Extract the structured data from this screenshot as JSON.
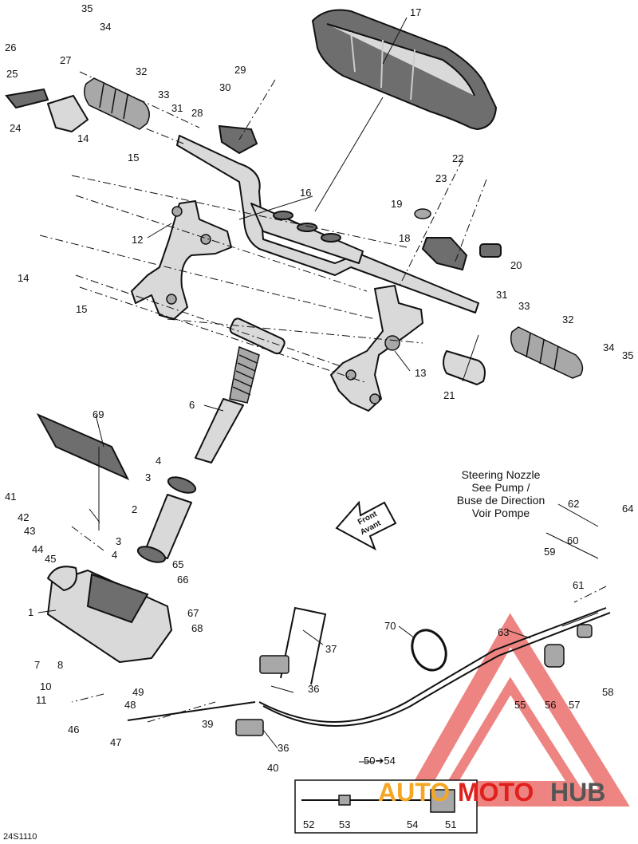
{
  "figure_code": "24S1110",
  "note": {
    "line1": "Steering Nozzle",
    "line2": "See Pump /",
    "line3": "Buse de Direction",
    "line4": "Voir Pompe"
  },
  "front_arrow": {
    "line1": "Front",
    "line2": "Avant"
  },
  "detail_range_label": "50➔54",
  "watermark": {
    "part1": "AUTO",
    "part2": "MOTO",
    "part3": "HUB"
  },
  "brand_colors": {
    "watermark_red": "#e0201c",
    "watermark_orange": "#f5a623",
    "watermark_gray": "#555555"
  },
  "callouts": [
    "1",
    "2",
    "3",
    "3",
    "4",
    "4",
    "6",
    "7",
    "8",
    "10",
    "11",
    "12",
    "13",
    "14",
    "14",
    "15",
    "15",
    "16",
    "17",
    "18",
    "19",
    "20",
    "21",
    "22",
    "23",
    "24",
    "25",
    "26",
    "27",
    "28",
    "29",
    "30",
    "31",
    "31",
    "32",
    "32",
    "33",
    "33",
    "34",
    "34",
    "35",
    "35",
    "36",
    "36",
    "37",
    "39",
    "40",
    "41",
    "42",
    "43",
    "44",
    "45",
    "46",
    "47",
    "48",
    "49",
    "51",
    "52",
    "53",
    "54",
    "55",
    "56",
    "57",
    "58",
    "59",
    "60",
    "61",
    "62",
    "63",
    "64",
    "65",
    "66",
    "67",
    "68",
    "69",
    "70"
  ]
}
